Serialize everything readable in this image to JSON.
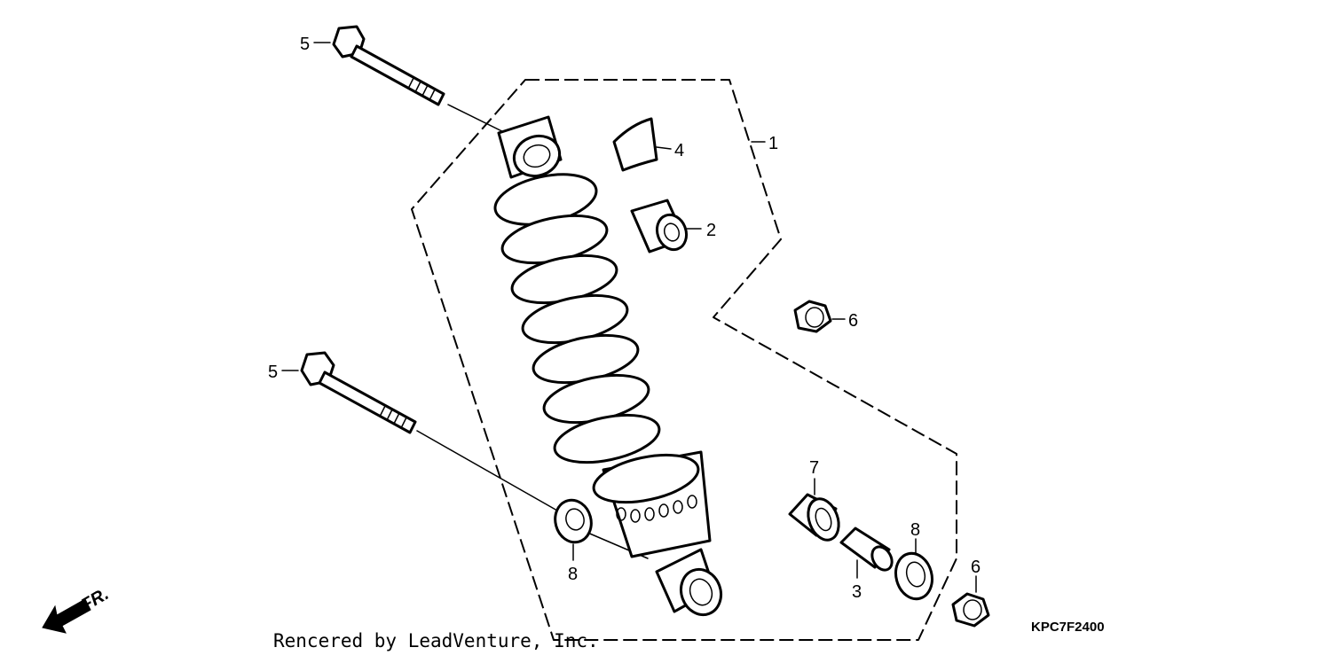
{
  "callouts": {
    "p1": "1",
    "p2": "2",
    "p3": "3",
    "p4": "4",
    "p5_top": "5",
    "p5_bottom": "5",
    "p6_top": "6",
    "p6_bottom": "6",
    "p7": "7",
    "p8_left": "8",
    "p8_right": "8"
  },
  "direction_label": "FR.",
  "credit": "Rencered by LeadVenture, Inc.",
  "diagram_code": "KPC7F2400",
  "icons": {
    "direction_arrow": "arrow-down-left-icon"
  }
}
